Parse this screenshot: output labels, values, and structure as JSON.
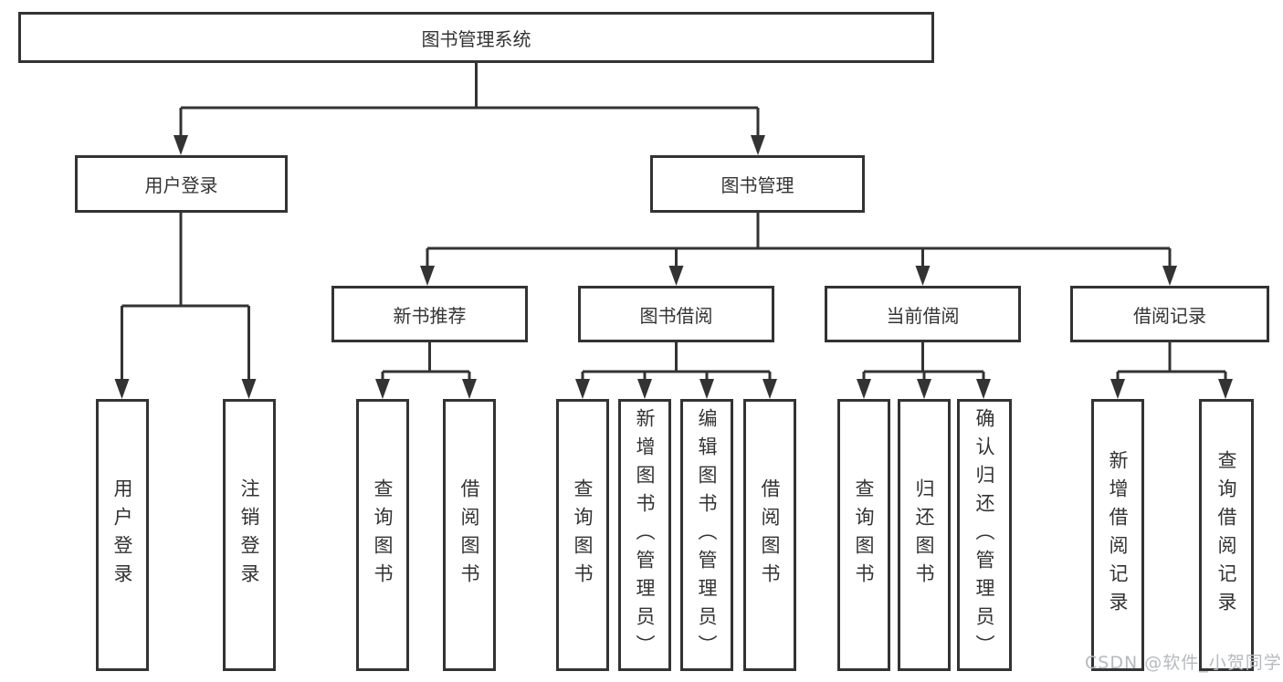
{
  "colors": {
    "line": "#333333",
    "text": "#333333",
    "canvas_background": "#ffffff",
    "watermark": "#b6babf"
  },
  "watermark": {
    "text": "CSDN @软件_小贺同学"
  },
  "tree": {
    "root": {
      "label": "图书管理系统",
      "children": [
        {
          "label": "用户登录",
          "children": [
            {
              "label": "用户登录"
            },
            {
              "label": "注销登录"
            }
          ]
        },
        {
          "label": "图书管理",
          "children": [
            {
              "label": "新书推荐",
              "children": [
                {
                  "label": "查询图书"
                },
                {
                  "label": "借阅图书"
                }
              ]
            },
            {
              "label": "图书借阅",
              "children": [
                {
                  "label": "查询图书"
                },
                {
                  "label": "新增图书（管理员）"
                },
                {
                  "label": "编辑图书（管理员）"
                },
                {
                  "label": "借阅图书"
                }
              ]
            },
            {
              "label": "当前借阅",
              "children": [
                {
                  "label": "查询图书"
                },
                {
                  "label": "归还图书"
                },
                {
                  "label": "确认归还（管理员）"
                }
              ]
            },
            {
              "label": "借阅记录",
              "children": [
                {
                  "label": "新增借阅记录"
                },
                {
                  "label": "查询借阅记录"
                }
              ]
            }
          ]
        }
      ]
    }
  }
}
